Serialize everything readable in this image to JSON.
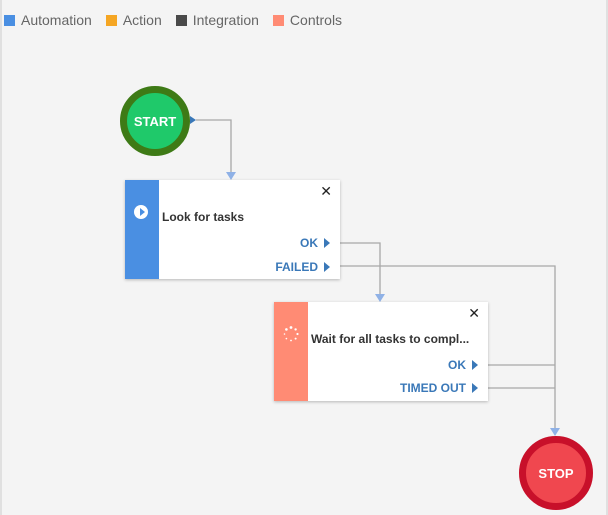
{
  "legend": [
    {
      "label": "Automation",
      "color": "#4a8fe2"
    },
    {
      "label": "Action",
      "color": "#f5a623"
    },
    {
      "label": "Integration",
      "color": "#4a4a4a"
    },
    {
      "label": "Controls",
      "color": "#ff8b74"
    }
  ],
  "start": {
    "label": "START"
  },
  "stop": {
    "label": "STOP"
  },
  "tasks": [
    {
      "title": "Look for tasks",
      "outputs": [
        "OK",
        "FAILED"
      ],
      "category": "Automation",
      "icon": "play-circle-icon"
    },
    {
      "title": "Wait for all tasks to compl...",
      "outputs": [
        "OK",
        "TIMED OUT"
      ],
      "category": "Controls",
      "icon": "spinner-icon"
    }
  ],
  "close_glyph": "✕"
}
